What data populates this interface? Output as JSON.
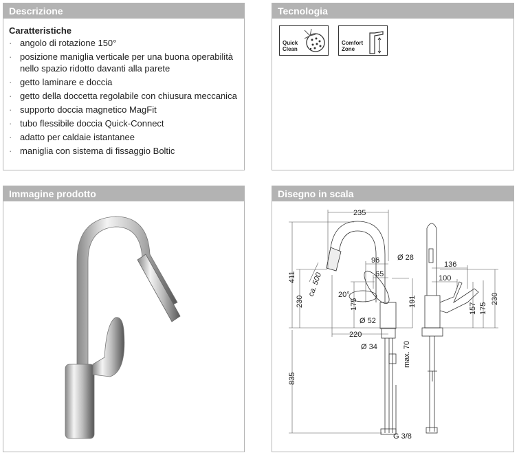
{
  "description": {
    "title": "Descrizione",
    "features_title": "Caratteristiche",
    "bullet": "·",
    "features": [
      "angolo di rotazione 150°",
      "posizione maniglia verticale per una buona operabilità nello spazio ridotto davanti alla parete",
      "getto laminare e doccia",
      "getto della doccetta regolabile con chiusura meccanica",
      "supporto doccia magnetico MagFit",
      "tubo flessibile doccia Quick-Connect",
      "adatto per caldaie istantanee",
      "maniglia con sistema di fissaggio Boltic"
    ]
  },
  "technology": {
    "title": "Tecnologia",
    "badges": [
      {
        "label1": "Quick",
        "label2": "Clean",
        "icon": "quick-clean-icon"
      },
      {
        "label1": "Comfort",
        "label2": "Zone",
        "icon": "comfort-zone-icon"
      }
    ]
  },
  "product_image": {
    "title": "Immagine prodotto"
  },
  "drawing": {
    "title": "Disegno in scala",
    "dims": {
      "d235": "235",
      "d411": "411",
      "d230": "230",
      "d835": "835",
      "ca500": "ca. 500",
      "a20": "20°",
      "d96": "96",
      "d65": "65",
      "d28": "Ø 28",
      "d175": "175",
      "d191": "191",
      "d52": "Ø 52",
      "d220": "220",
      "d34": "Ø 34",
      "max70": "max. 70",
      "g38": "G 3/8",
      "d136": "136",
      "d100": "100",
      "d157": "157",
      "s175": "175",
      "s230": "230"
    }
  }
}
